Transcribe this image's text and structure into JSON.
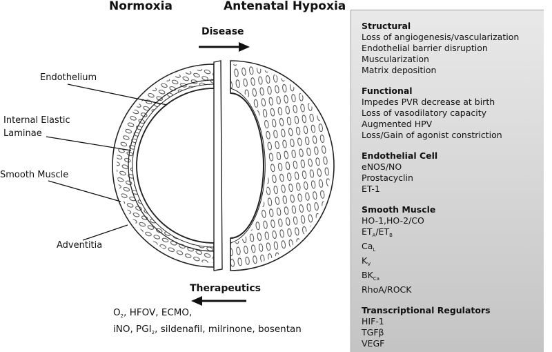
{
  "headers": {
    "left": "Normoxia",
    "right": "Antenatal Hypoxia"
  },
  "arrows": {
    "top": "Disease",
    "bottom": "Therapeutics"
  },
  "labels": {
    "endothelium": "Endothelium",
    "iel_line1": "Internal Elastic",
    "iel_line2": "Laminae",
    "smooth_muscle": "Smooth Muscle",
    "adventitia": "Adventitia"
  },
  "therapeutics": {
    "o2": "O",
    "o2_sub": "2",
    "line1_rest": ", HFOV, ECMO,",
    "ino": "iNO, PGI",
    "pgi_sub": "2",
    "line2_rest": ", sildenafil, milrinone, bosentan"
  },
  "panel": {
    "structural": {
      "title": "Structural",
      "items": [
        "Loss of angiogenesis/vascularization",
        "Endothelial barrier disruption",
        "Muscularization",
        "Matrix deposition"
      ]
    },
    "functional": {
      "title": "Functional",
      "items": [
        "Impedes PVR decrease at birth",
        "Loss of vasodilatory capacity",
        "Augmented HPV",
        "Loss/Gain of agonist constriction"
      ]
    },
    "endothelial": {
      "title": "Endothelial Cell",
      "items": [
        "eNOS/NO",
        "Prostacyclin",
        "ET-1"
      ]
    },
    "smooth_muscle": {
      "title": "Smooth Muscle",
      "ho": "HO-1,HO-2/CO",
      "et": "ET",
      "et_a": "A",
      "et_sep": "/ET",
      "et_b": "B",
      "ca": "Ca",
      "ca_sub": "L",
      "k": "K",
      "k_sub": "V",
      "bk": "BK",
      "bk_sub": "Ca",
      "rho": "RhoA/ROCK"
    },
    "transcriptional": {
      "title": "Transcriptional Regulators",
      "items": [
        "HIF-1",
        "TGFβ",
        "VEGF"
      ]
    }
  },
  "colors": {
    "ink": "#111111",
    "panel_top": "#e9e9e9",
    "panel_bottom": "#c4c4c4"
  }
}
